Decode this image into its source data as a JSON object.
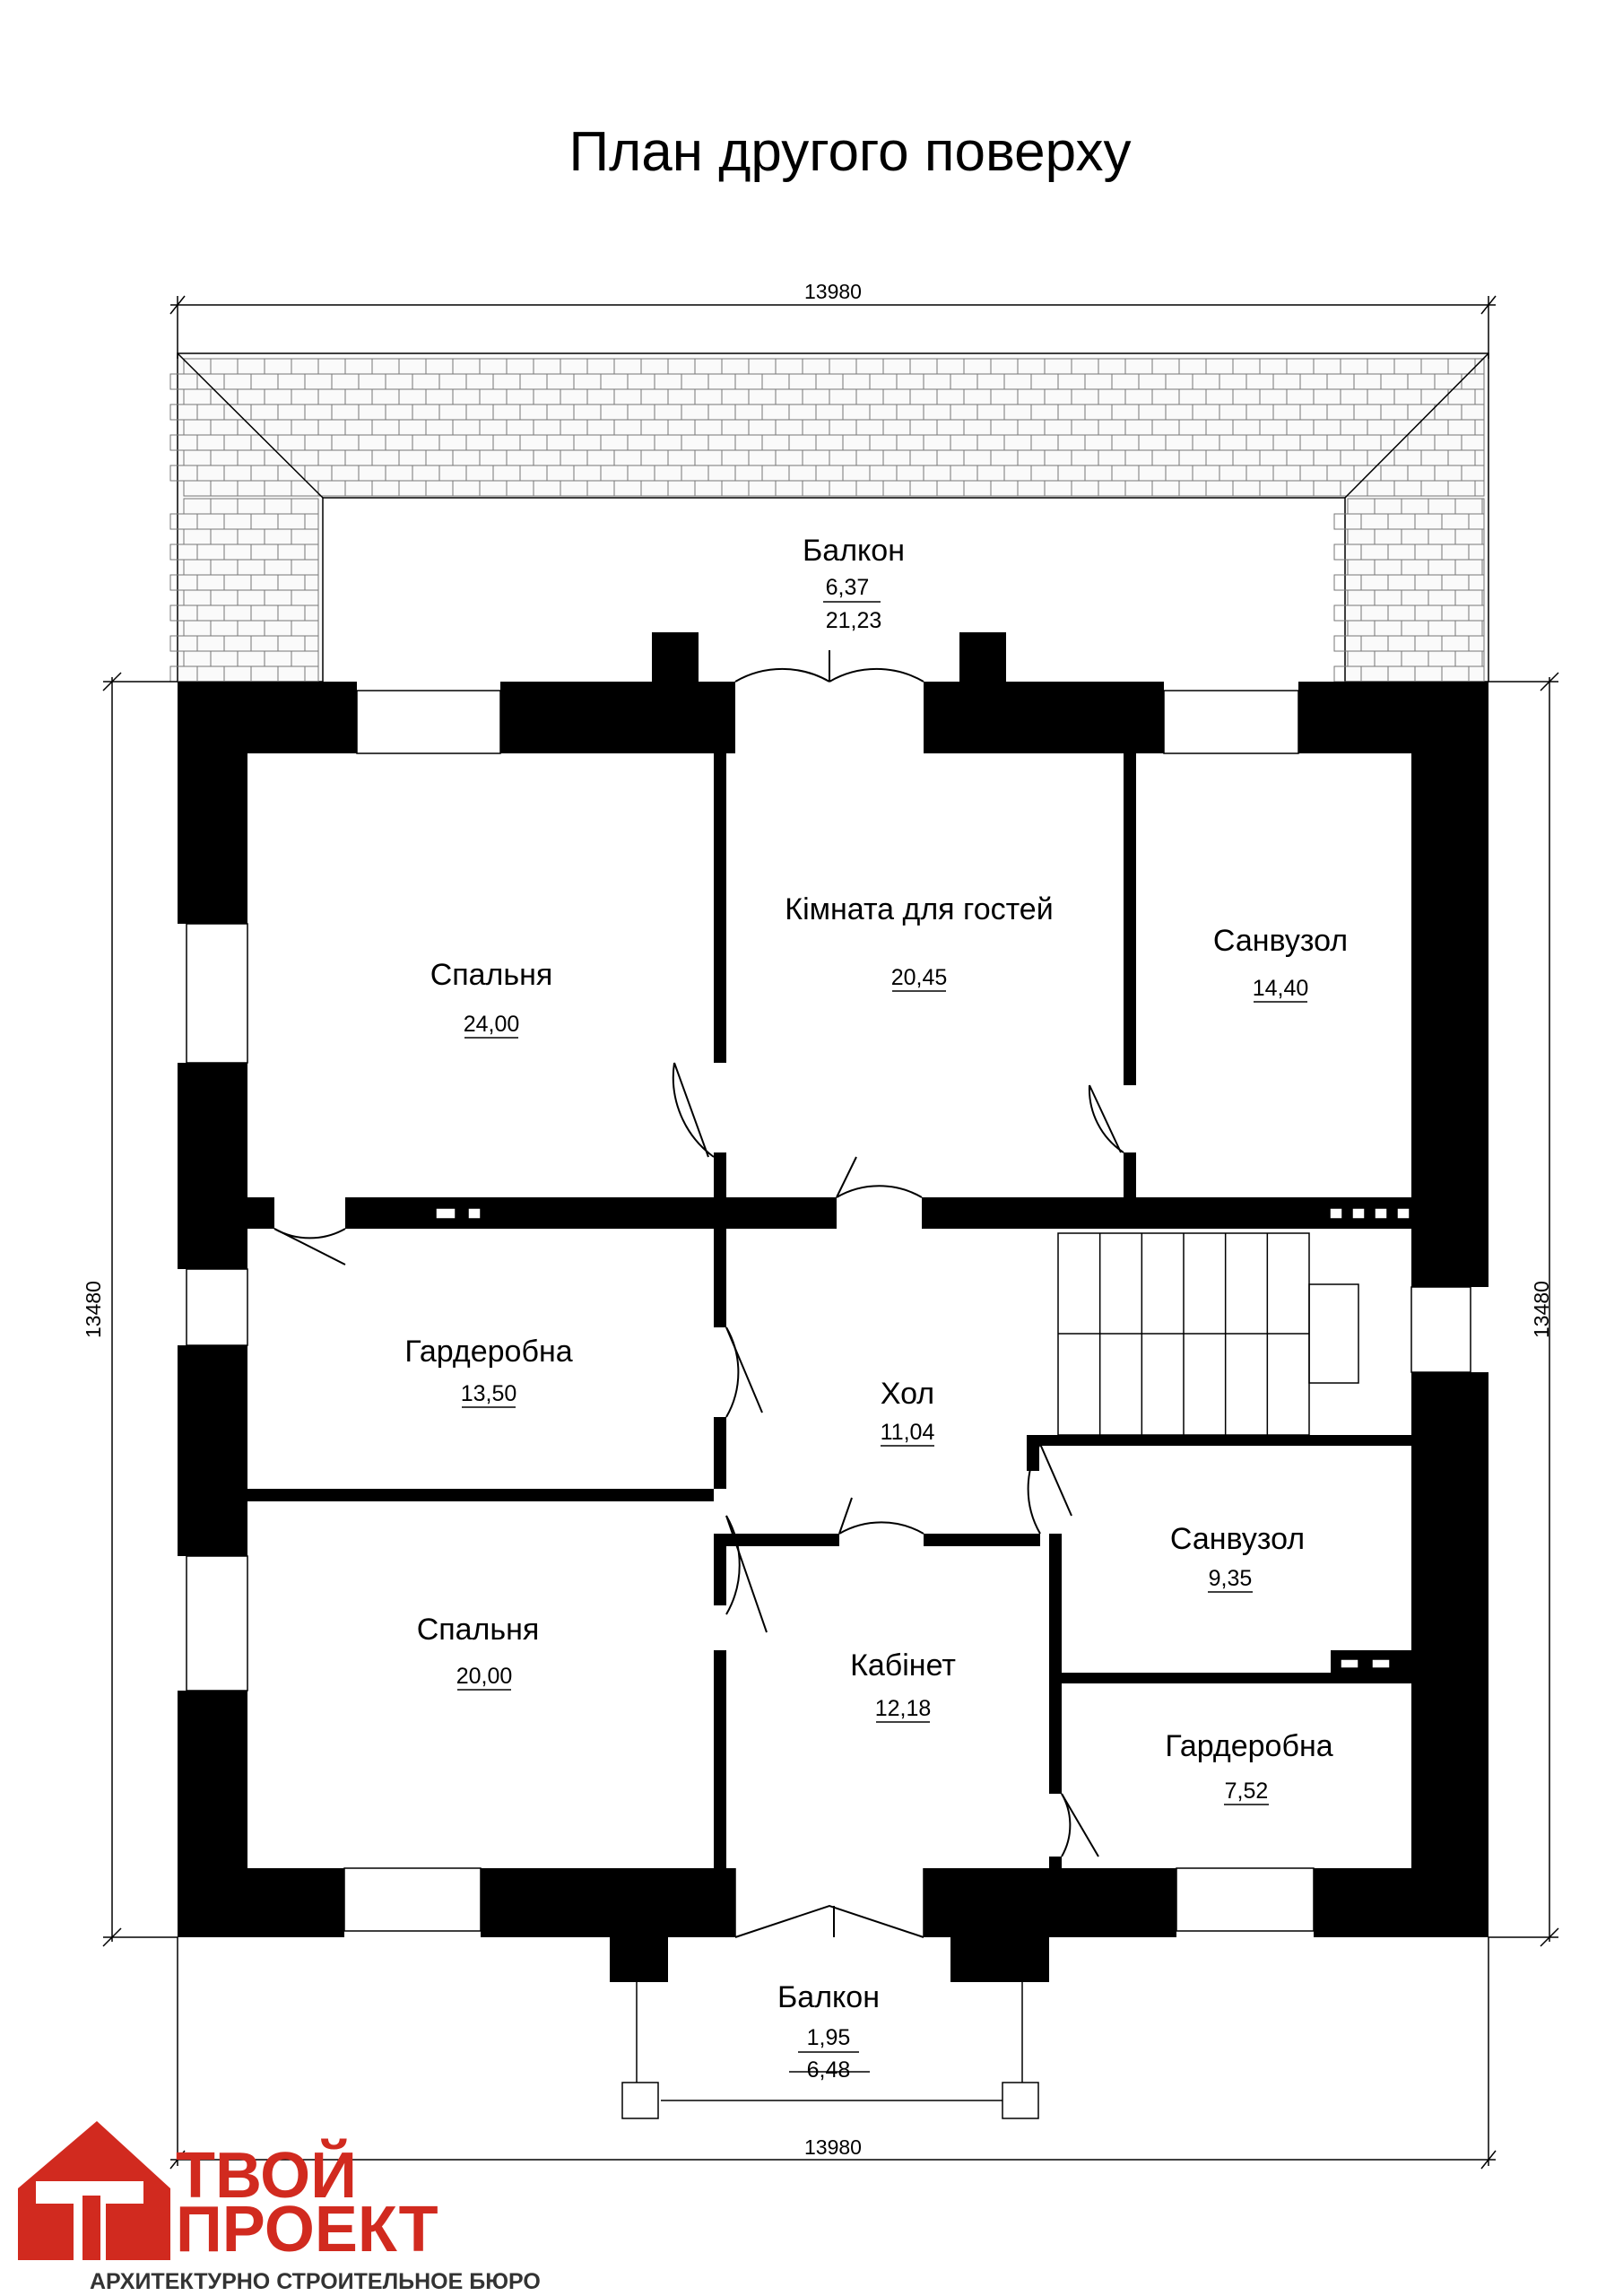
{
  "title": "План другого поверху",
  "dimensions": {
    "top": "13980",
    "bottom": "13980",
    "left": "13480",
    "right": "13480"
  },
  "rooms": {
    "balcony_top": {
      "name": "Балкон",
      "area1": "6,37",
      "area2": "21,23"
    },
    "bedroom_top": {
      "name": "Спальня",
      "area": "24,00"
    },
    "guest_room": {
      "name": "Кімната для гостей",
      "area": "20,45"
    },
    "bathroom_top": {
      "name": "Санвузол",
      "area": "14,40"
    },
    "wardrobe_left": {
      "name": "Гардеробна",
      "area": "13,50"
    },
    "hall": {
      "name": "Хол",
      "area": "11,04"
    },
    "bathroom_right": {
      "name": "Санвузол",
      "area": "9,35"
    },
    "bedroom_bottom": {
      "name": "Спальня",
      "area": "20,00"
    },
    "office": {
      "name": "Кабінет",
      "area": "12,18"
    },
    "wardrobe_right": {
      "name": "Гардеробна",
      "area": "7,52"
    },
    "balcony_bottom": {
      "name": "Балкон",
      "area1": "1,95",
      "area2": "6,48"
    }
  },
  "logo": {
    "line1": "ТВОЙ",
    "line2": "ПРОЕКТ",
    "subtitle": "АРХИТЕКТУРНО СТРОИТЕЛЬНОЕ БЮРО"
  },
  "colors": {
    "wall": "#000000",
    "logo_red": "#d12a1f",
    "logo_dark": "#333333"
  }
}
